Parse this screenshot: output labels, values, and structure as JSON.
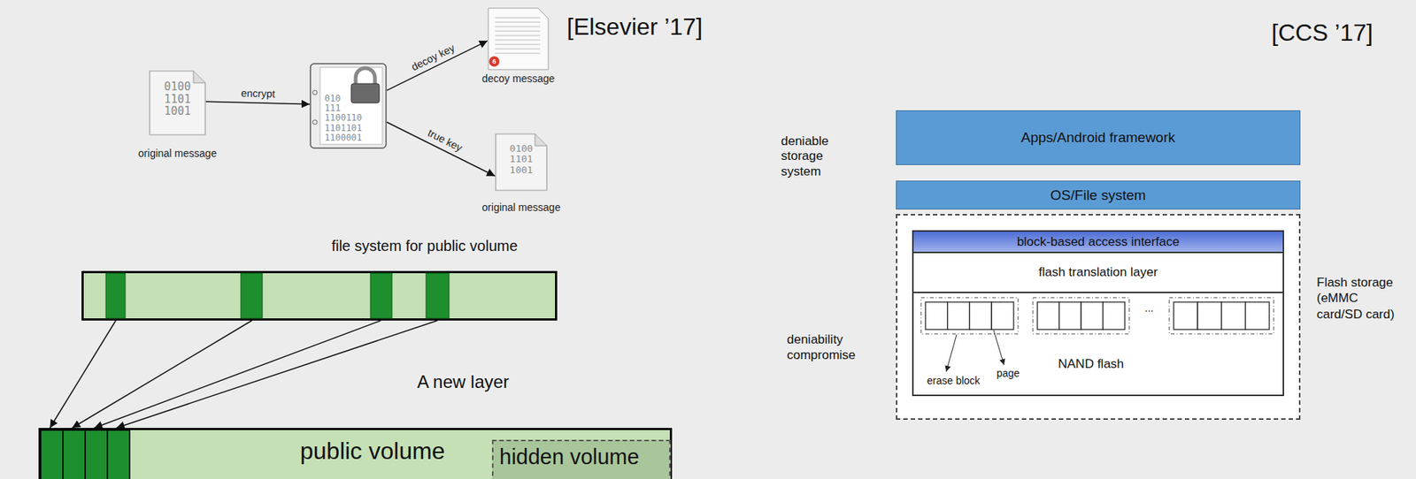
{
  "diagram": {
    "nodes": [
      {
        "text": [
          "0100 1101 1001",
          "original message"
        ]
      },
      {
        "text": [
          "010 111 1100110 1101101 1100001"
        ]
      },
      {
        "text": [
          "decoy message"
        ]
      },
      {
        "text": [
          "0100 1101 1001",
          "original message"
        ]
      },
      {
        "text": [
          "file system for public volume"
        ]
      },
      {
        "text": [
          "A new layer"
        ]
      },
      {
        "text": [
          "public volume"
        ]
      },
      {
        "text": [
          "hidden volume"
        ],
        "in": 6
      },
      {
        "text": [
          "Apps/Android framework"
        ]
      },
      {
        "text": [
          "OS/File system"
        ]
      },
      {
        "text": [
          "Flash storage (eMMC card/SD card)"
        ]
      },
      {
        "text": [
          "block-based access interface"
        ],
        "in": 10
      },
      {
        "text": [
          "flash translation layer"
        ],
        "in": 10
      },
      {
        "text": [
          "NAND flash"
        ],
        "in": 10
      }
    ],
    "edges": [
      {
        "from": 0,
        "to": 1,
        "label": "encrypt",
        "arrow": "to"
      },
      {
        "from": 1,
        "to": 2,
        "label": "decoy key",
        "arrow": "to"
      },
      {
        "from": 1,
        "to": 3,
        "label": "true key",
        "arrow": "to"
      },
      {
        "from": 4,
        "to": 6,
        "arrow": "to"
      },
      {
        "from": 4,
        "to": 6,
        "arrow": "to"
      },
      {
        "from": 4,
        "to": 6,
        "arrow": "to"
      },
      {
        "from": 4,
        "to": 6,
        "arrow": "to"
      }
    ],
    "labels": [
      "[Elsevier ’17]",
      "[CCS ’17]",
      "deniable storage system",
      "deniability compromise",
      "erase block",
      "page",
      "...",
      "6"
    ]
  }
}
